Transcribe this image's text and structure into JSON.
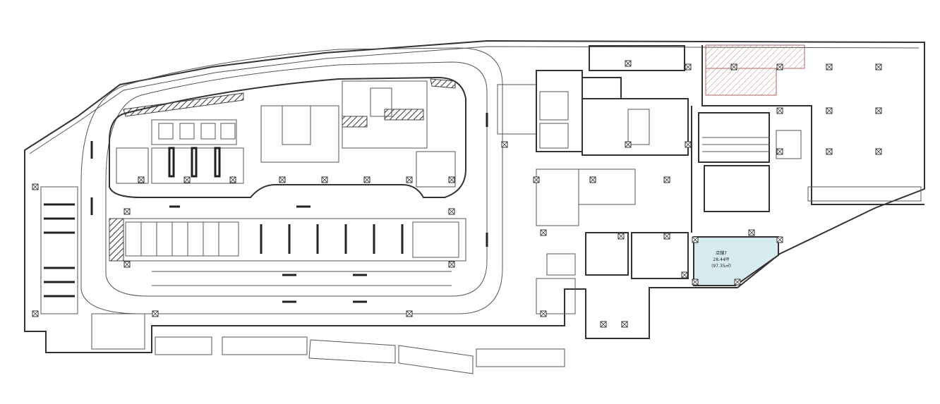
{
  "plan": {
    "highlight_color": "#d8ecf0",
    "shop": {
      "name": "店舗7",
      "area_tsubo": "28.44坪",
      "area_sqm": "(97.35㎡)"
    }
  }
}
